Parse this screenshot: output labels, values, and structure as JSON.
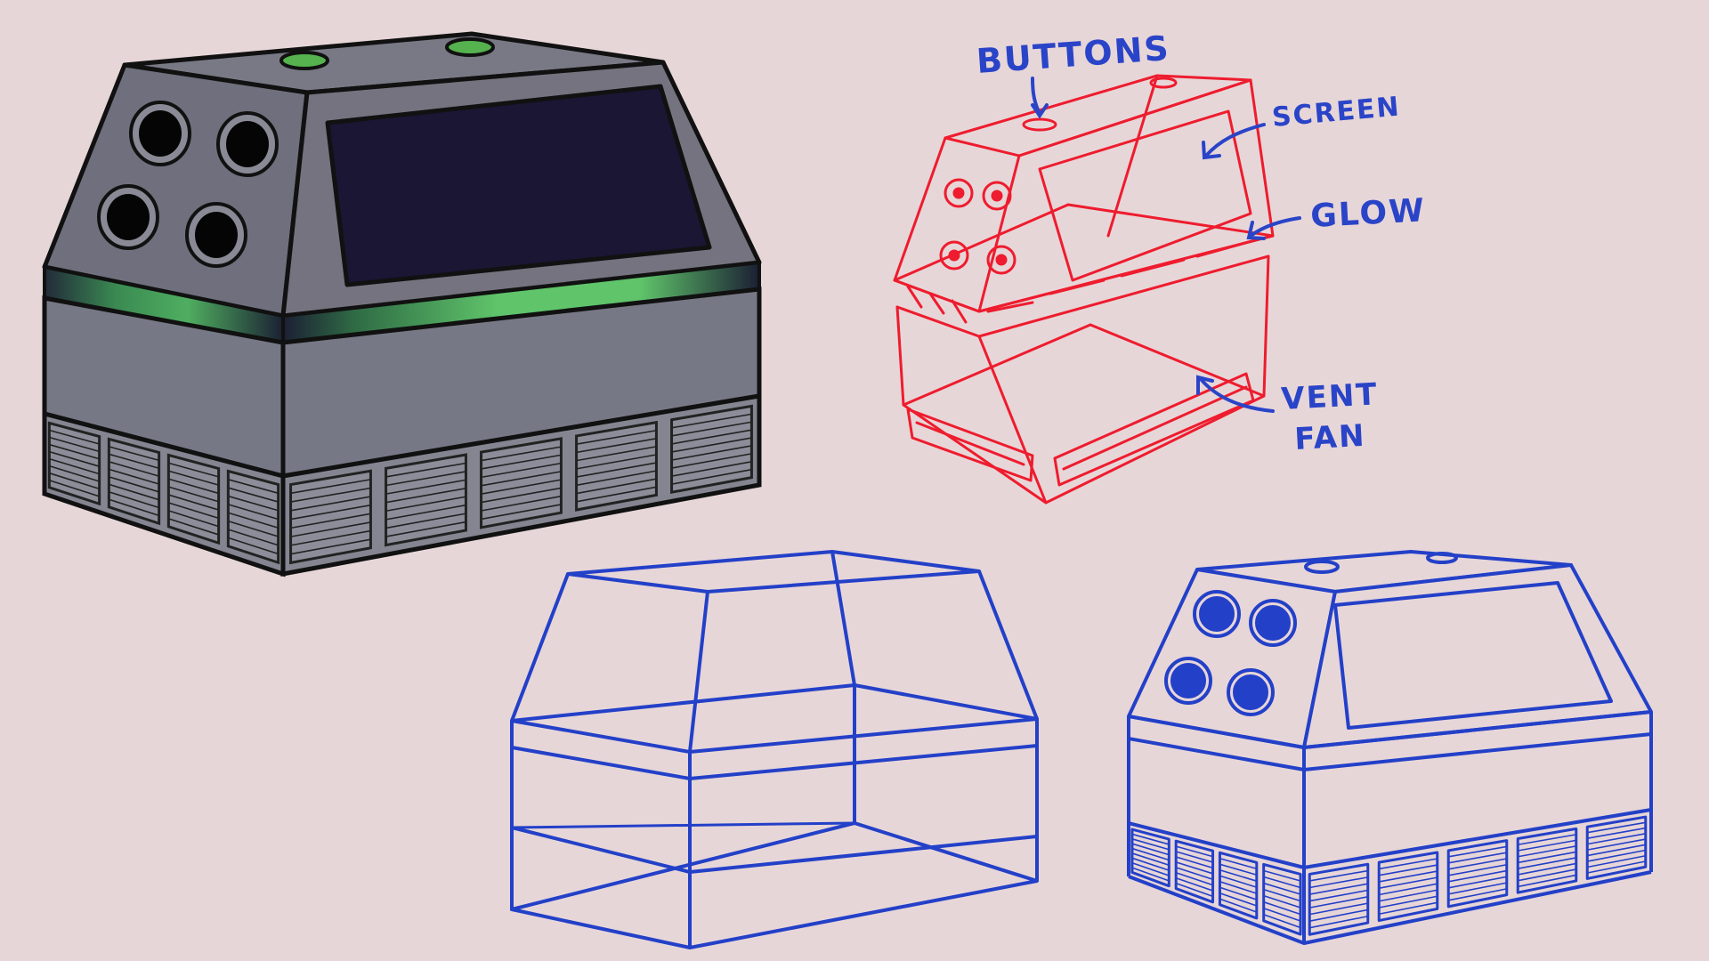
{
  "colors": {
    "background": "#e7d6d8",
    "body_gray": "#777886",
    "top_gray": "#74737f",
    "screen_dark": "#1b1634",
    "glow_green": "#5fc46a",
    "outline": "#111111",
    "sketch_red": "#ee1c2e",
    "blueprint_blue": "#2340c8",
    "annotation_blue": "#2a44c8"
  },
  "annotations": {
    "buttons": "BUTTONS",
    "screen": "SCREEN",
    "glow": "GLOW",
    "vent_line1": "VENT",
    "vent_line2": "FAN"
  }
}
